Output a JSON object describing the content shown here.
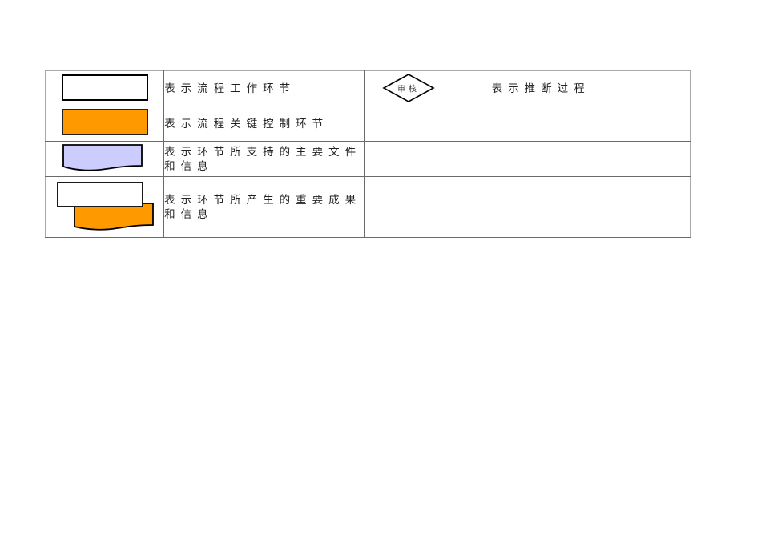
{
  "legend": {
    "rows": [
      {
        "shape": "process-rect",
        "shape_fill": "#ffffff",
        "description": "表示流程工作环节",
        "shape2": "decision-diamond",
        "shape2_label": "审核",
        "description2": "表示推断过程"
      },
      {
        "shape": "key-control-rect",
        "shape_fill": "#ff9900",
        "description": "表示流程关键控制环节",
        "shape2": "",
        "description2": ""
      },
      {
        "shape": "document",
        "shape_fill": "#ccccff",
        "description": "表示环节所支持的主要文件和信息",
        "shape2": "",
        "description2": ""
      },
      {
        "shape": "output-documents",
        "shape_fill": "#ff9900",
        "description": "表示环节所产生的重要成果和信息",
        "shape2": "",
        "description2": ""
      }
    ]
  },
  "colors": {
    "orange": "#ff9900",
    "lavender": "#ccccff",
    "border": "#6a6a6a",
    "stroke": "#000000"
  }
}
